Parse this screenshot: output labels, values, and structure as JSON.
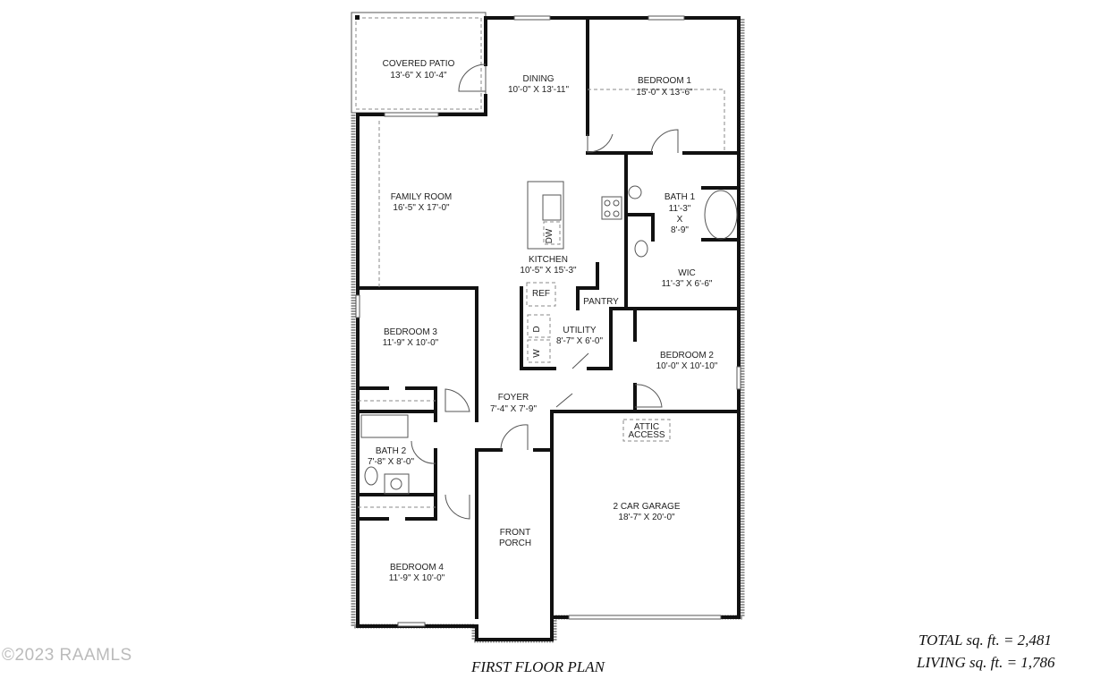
{
  "plan_title": "FIRST FLOOR PLAN",
  "copyright": "©2023 RAAMLS",
  "totals": {
    "total": "TOTAL sq. ft. = 2,481",
    "living": "LIVING sq. ft. = 1,786"
  },
  "rooms": {
    "covered_patio": {
      "name": "COVERED PATIO",
      "size": "13'-6\" X 10'-4\""
    },
    "dining": {
      "name": "DINING",
      "size": "10'-0\" X 13'-11\""
    },
    "bedroom1": {
      "name": "BEDROOM 1",
      "size": "15'-0\" X 13'-6\""
    },
    "family_room": {
      "name": "FAMILY ROOM",
      "size": "16'-5\" X 17'-0\""
    },
    "bath1": {
      "name": "BATH 1",
      "size_w": "11'-3\"",
      "x": "X",
      "size_h": "8'-9\""
    },
    "kitchen": {
      "name": "KITCHEN",
      "size": "10'-5\" X 15'-3\""
    },
    "wic": {
      "name": "WIC",
      "size": "11'-3\" X 6'-6\""
    },
    "utility": {
      "name": "UTILITY",
      "size": "8'-7\" X 6'-0\""
    },
    "bedroom2": {
      "name": "BEDROOM 2",
      "size": "10'-0\" X 10'-10\""
    },
    "bedroom3": {
      "name": "BEDROOM 3",
      "size": "11'-9\" X 10'-0\""
    },
    "foyer": {
      "name": "FOYER",
      "size": "7'-4\" X 7'-9\""
    },
    "bath2": {
      "name": "BATH 2",
      "size": "7'-8\" X 8'-0\""
    },
    "garage": {
      "name": "2 CAR GARAGE",
      "size": "18'-7\" X 20'-0\""
    },
    "front_porch": {
      "name": "FRONT",
      "name2": "PORCH"
    },
    "bedroom4": {
      "name": "BEDROOM 4",
      "size": "11'-9\" X 10'-0\""
    }
  },
  "fixtures": {
    "ref": "REF",
    "pantry": "PANTRY",
    "dw": "DW",
    "dryer": "D",
    "washer": "W",
    "attic": "ATTIC",
    "access": "ACCESS"
  }
}
